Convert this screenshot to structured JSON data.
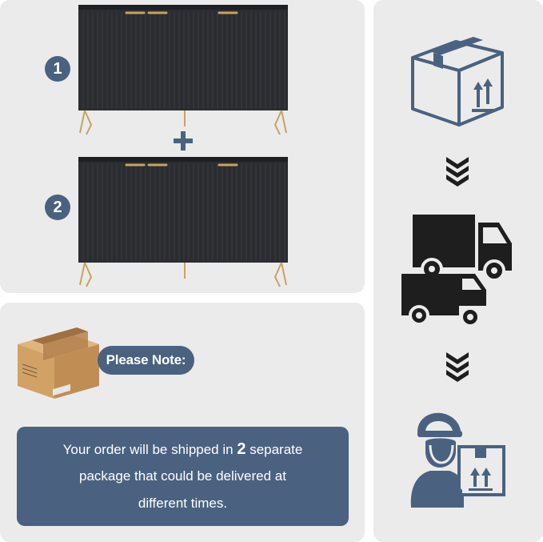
{
  "steps": [
    "1",
    "2"
  ],
  "note": {
    "title": "Please Note:",
    "line1_before": "Your order will be shipped in",
    "line1_number": "2",
    "line1_after": "separate",
    "line2": "package that could be delivered at",
    "line3": "different times."
  },
  "icons": [
    "package-box-icon",
    "chevron-down-icon",
    "delivery-trucks-icon",
    "chevron-down-icon",
    "delivery-person-icon"
  ],
  "colors": {
    "accent": "#4a6280",
    "panel": "#ebebeb",
    "furniture": "#2a2c30",
    "legs": "#c9a25f"
  }
}
